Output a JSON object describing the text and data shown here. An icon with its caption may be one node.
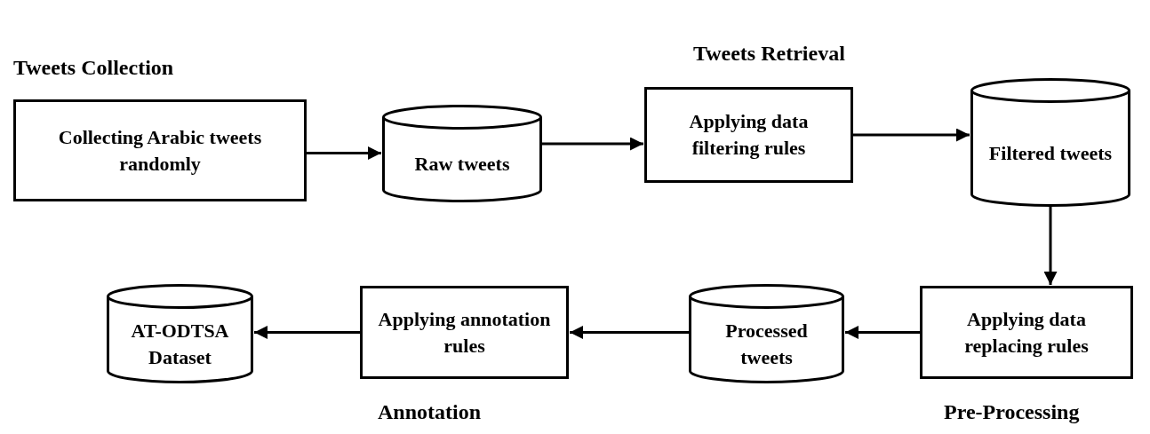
{
  "diagram": {
    "nodes": [
      {
        "text": [
          "Collecting Arabic tweets randomly"
        ]
      },
      {
        "text": [
          "Raw tweets"
        ]
      },
      {
        "text": [
          "Applying data filtering rules"
        ]
      },
      {
        "text": [
          "Filtered tweets"
        ]
      },
      {
        "text": [
          "Applying data replacing rules"
        ]
      },
      {
        "text": [
          "Processed tweets"
        ]
      },
      {
        "text": [
          "Applying annotation rules"
        ]
      },
      {
        "text": [
          "AT-ODTSA Dataset"
        ]
      }
    ],
    "edges": [
      {
        "from": 0,
        "to": 1,
        "arrow": "to"
      },
      {
        "from": 1,
        "to": 2,
        "arrow": "to"
      },
      {
        "from": 2,
        "to": 3,
        "arrow": "to"
      },
      {
        "from": 3,
        "to": 4,
        "arrow": "to"
      },
      {
        "from": 4,
        "to": 5,
        "arrow": "to"
      },
      {
        "from": 5,
        "to": 6,
        "arrow": "to"
      },
      {
        "from": 6,
        "to": 7,
        "arrow": "to"
      }
    ],
    "labels": [
      "Tweets Collection",
      "Tweets Retrieval",
      "Pre-Processing",
      "Annotation"
    ]
  }
}
